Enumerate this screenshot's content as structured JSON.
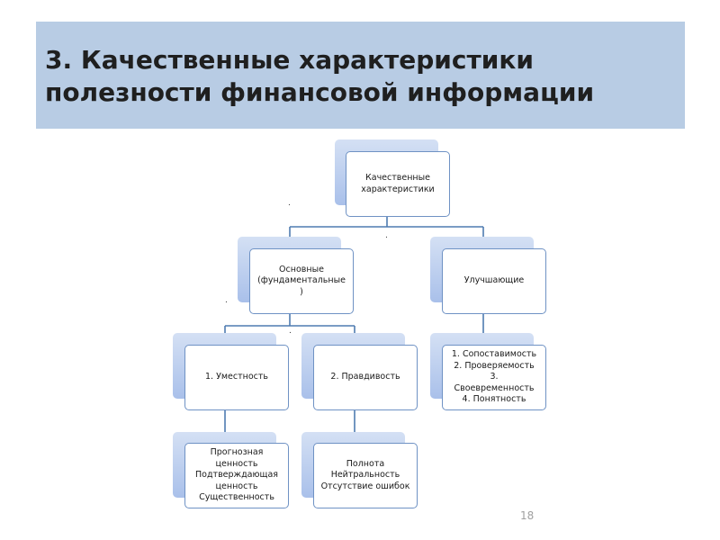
{
  "slide": {
    "title": "3. Качественные характеристики\nполезности финансовой информации",
    "page_number": "18"
  },
  "diagram": {
    "root": "Качественные\nхарактеристики",
    "fundamental": "Основные\n(фундаментальные\n)",
    "enhancing": "Улучшающие",
    "relevance": "1. Уместность",
    "faithfulness": "2. Правдивость",
    "enhancing_list": "1. Сопоставимость\n2. Проверяемость\n3.\nСвоевременность\n4. Понятность",
    "relevance_list": "Прогнозная\nценность\nПодтверждающая\nценность\nСущественность",
    "faithfulness_list": "Полнота\nНейтральность\nОтсутствие ошибок",
    "dot": "."
  },
  "colors": {
    "title_band": "#b8cce4",
    "connector": "#4f7bb0",
    "box_border": "#6f92c4"
  }
}
